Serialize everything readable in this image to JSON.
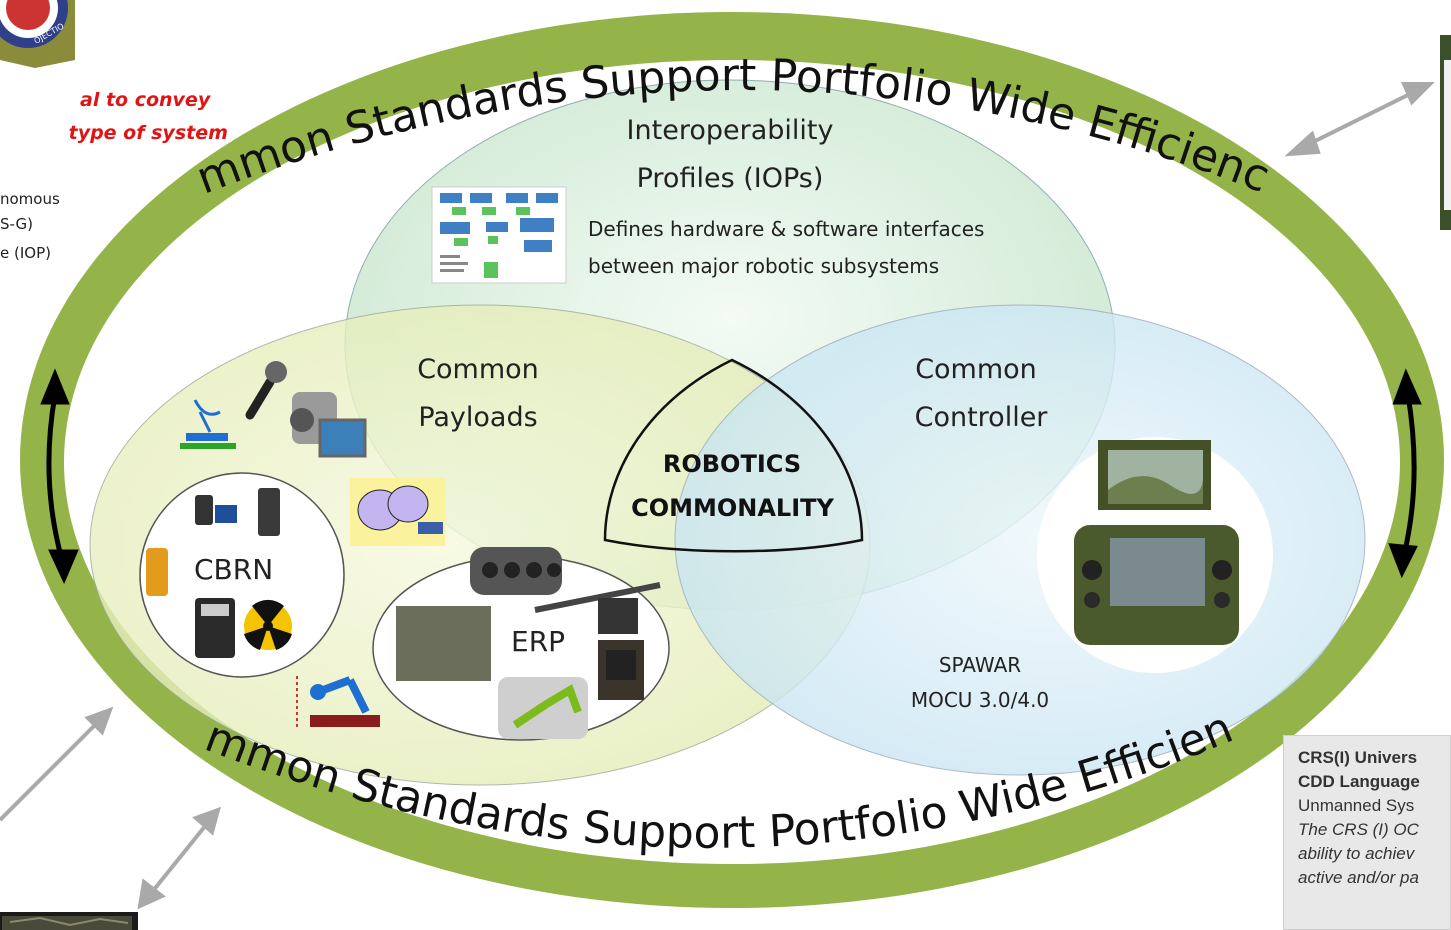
{
  "ring": {
    "top_text": "Common Standards Support Portfolio Wide Efficiencies",
    "bottom_text": "Common Standards Support Portfolio Wide Efficiencies",
    "color": "#94b44a"
  },
  "iop": {
    "title_line1": "Interoperability",
    "title_line2": "Profiles (IOPs)",
    "desc_line1": "Defines hardware & software interfaces",
    "desc_line2": "between major robotic subsystems"
  },
  "payloads": {
    "line1": "Common",
    "line2": "Payloads"
  },
  "controller": {
    "line1": "Common",
    "line2": "Controller"
  },
  "center": {
    "line1": "ROBOTICS",
    "line2": "COMMONALITY"
  },
  "cbrn": {
    "label": "CBRN"
  },
  "erp": {
    "label": "ERP"
  },
  "spawar": {
    "line1": "SPAWAR",
    "line2": "MOCU 3.0/4.0"
  },
  "left_note": {
    "red_line1": "al to convey",
    "red_line2": " type of system",
    "line1": "nomous",
    "line2": "S-G)",
    "line3": "e (IOP)"
  },
  "crs": {
    "line1": "CRS(I) Univers",
    "line2": "CDD Language",
    "line3": "Unmanned Sys",
    "line4": "The CRS (I) OC",
    "line5": "ability to achiev",
    "line6": "active and/or pa"
  },
  "colors": {
    "iop_fill": "#d9f0dd",
    "payload_fill": "#eef4c6",
    "controller_fill": "#d6ecf6",
    "red_text": "#e01414",
    "arrow_gray": "#a9a9a9"
  }
}
